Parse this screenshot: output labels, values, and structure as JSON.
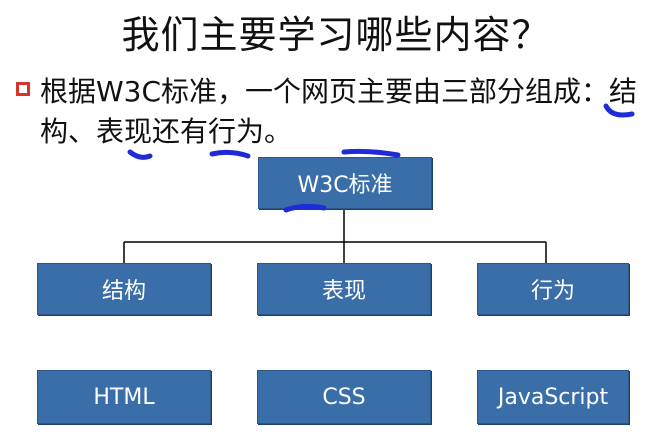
{
  "slide": {
    "title": "我们主要学习哪些内容？",
    "bullet_text": "根据W3C标准，一个网页主要由三部分组成：结构、表现还有行为。"
  },
  "diagram": {
    "root": {
      "label": "W3C标准"
    },
    "categories": [
      {
        "label": "结构",
        "child": "HTML"
      },
      {
        "label": "表现",
        "child": "CSS"
      },
      {
        "label": "行为",
        "child": "JavaScript"
      }
    ]
  },
  "colors": {
    "box_fill": "#3a6ea8",
    "bullet": "#d9342b",
    "annotation": "#1f2bd6"
  }
}
